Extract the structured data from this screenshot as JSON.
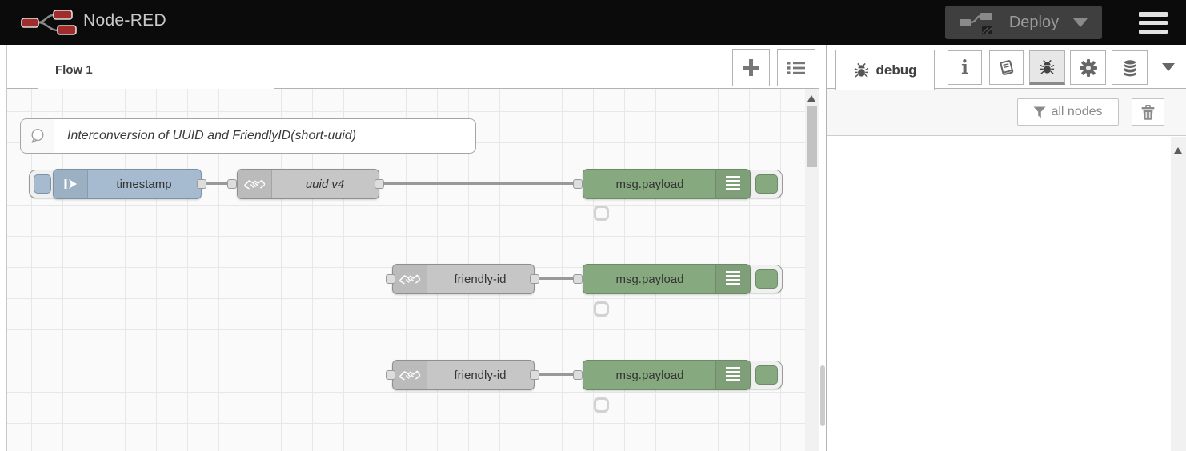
{
  "header": {
    "title": "Node-RED",
    "deploy_label": "Deploy"
  },
  "workspace": {
    "flow_tab": "Flow 1"
  },
  "canvas": {
    "comment": "Interconversion of UUID and FriendlyID(short-uuid)",
    "inject": {
      "label": "timestamp"
    },
    "uuid": {
      "label": "uuid v4"
    },
    "friendly1": {
      "label": "friendly-id"
    },
    "friendly2": {
      "label": "friendly-id"
    },
    "debug1": {
      "label": "msg.payload"
    },
    "debug2": {
      "label": "msg.payload"
    },
    "debug3": {
      "label": "msg.payload"
    }
  },
  "sidebar": {
    "debug_tab_label": "debug",
    "filter_label": "all nodes"
  },
  "icons": [
    "node-red-logo-icon",
    "deploy-icon",
    "chevron-down-icon",
    "menu-icon",
    "plus-icon",
    "flow-list-icon",
    "comment-bubble-icon",
    "inject-arrow-icon",
    "handshake-icon",
    "debug-list-icon",
    "bug-icon",
    "info-icon",
    "book-icon",
    "gear-icon",
    "database-icon",
    "filter-funnel-icon",
    "trash-icon"
  ],
  "colors": {
    "header": "#0b0b0b",
    "inject": "#a6bbcf",
    "debug": "#87a980",
    "gray": "#c6c6c6",
    "wire": "#999999",
    "logo_red": "#a12c2c"
  }
}
